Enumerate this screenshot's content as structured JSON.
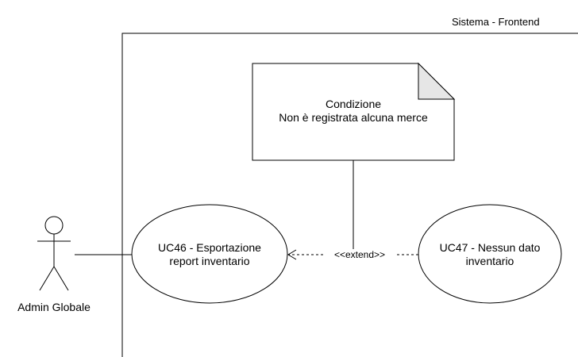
{
  "system": {
    "label": "Sistema - Frontend"
  },
  "note": {
    "line1": "Condizione",
    "line2": "Non è registrata alcuna merce"
  },
  "actor": {
    "label": "Admin Globale"
  },
  "uc46": {
    "line1": "UC46 - Esportazione",
    "line2": "report inventario"
  },
  "uc47": {
    "line1": "UC47 - Nessun dato",
    "line2": "inventario"
  },
  "extend": {
    "label": "<<extend>>"
  },
  "colors": {
    "stroke": "#000000",
    "note_fill": "#ffffff",
    "note_fold": "#e6e6e6"
  }
}
